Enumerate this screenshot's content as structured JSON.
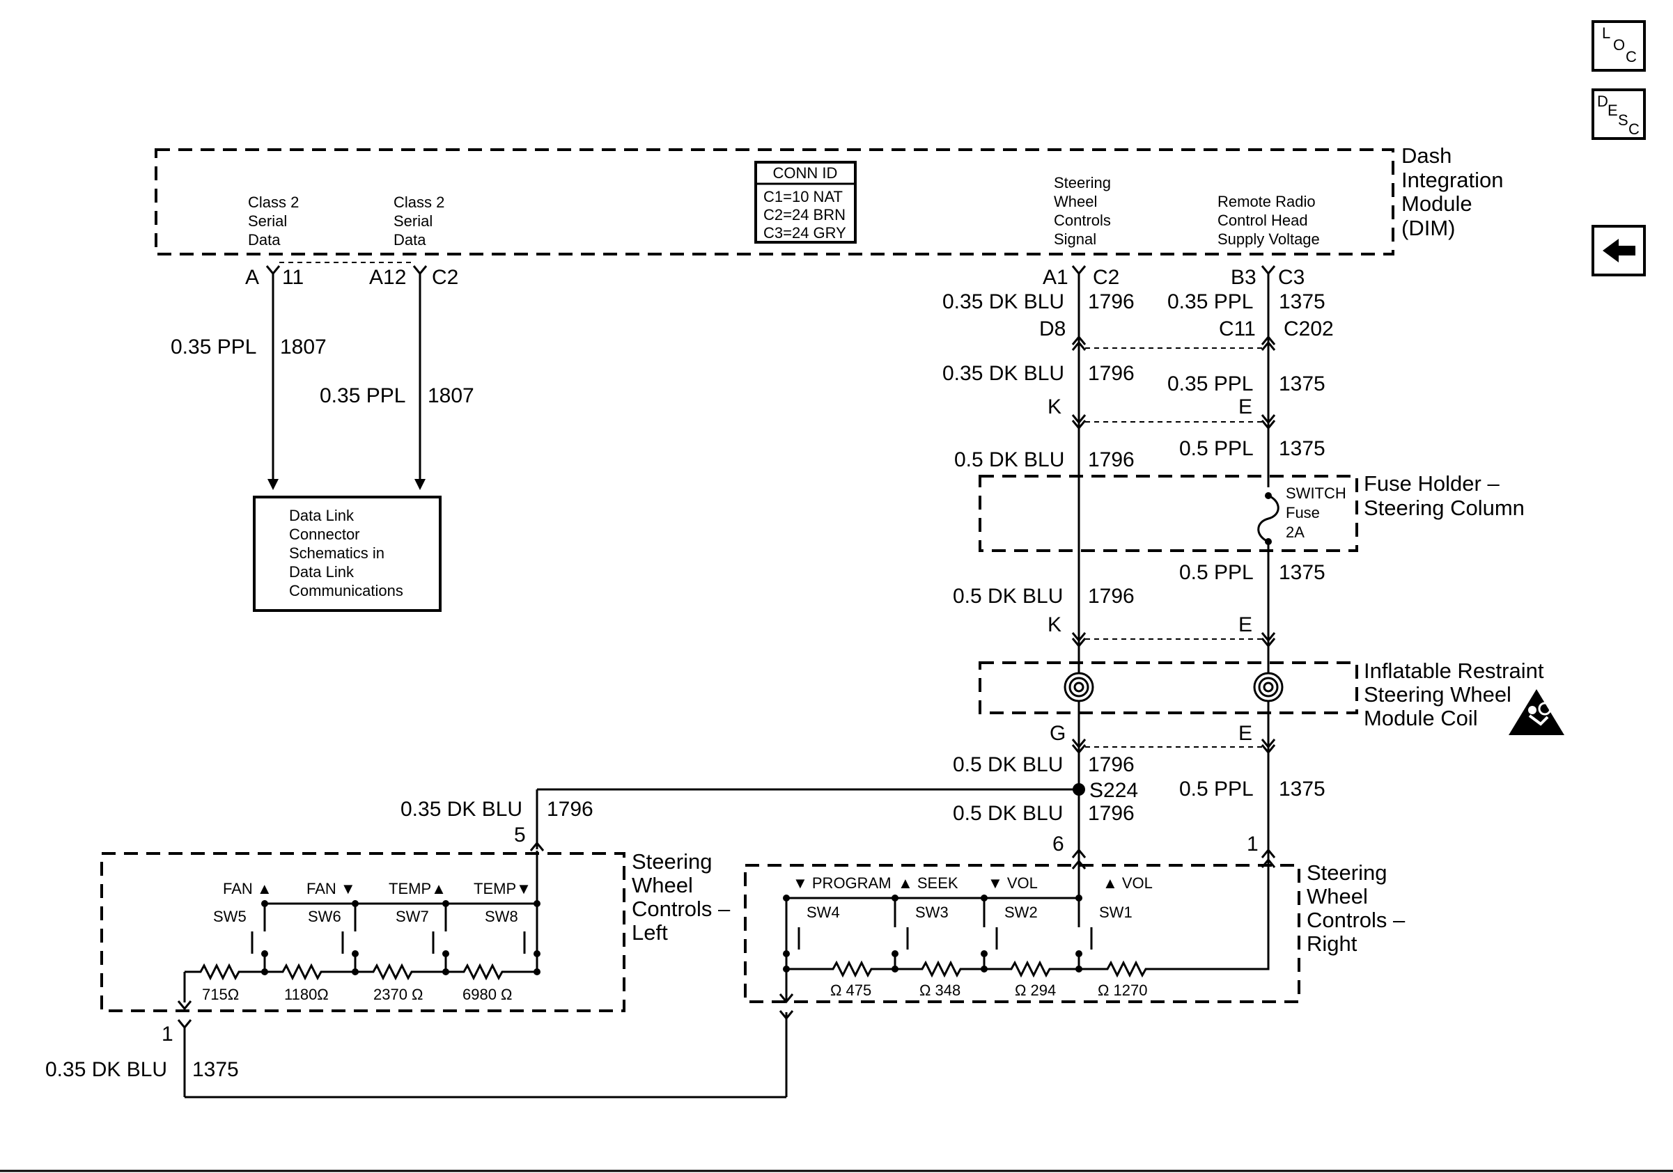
{
  "nav": {
    "loc_icon": "LOC",
    "desc_icon": "DESC",
    "back_icon": "back-arrow"
  },
  "dim": {
    "title": [
      "Dash",
      "Integration",
      "Module",
      "(DIM)"
    ],
    "serial1": [
      "Class 2",
      "Serial",
      "Data"
    ],
    "serial2": [
      "Class 2",
      "Serial",
      "Data"
    ],
    "swc_signal": [
      "Steering",
      "Wheel",
      "Controls",
      "Signal"
    ],
    "radio_supply": [
      "Remote Radio",
      "Control Head",
      "Supply Voltage"
    ],
    "conn_id_title": "CONN ID",
    "conn_id": [
      "C1=10 NAT",
      "C2=24 BRN",
      "C3=24 GRY"
    ]
  },
  "pins": {
    "a": "A",
    "p11": "11",
    "a12": "A12",
    "c2a": "C2",
    "a1": "A1",
    "c2b": "C2",
    "b3": "B3",
    "c3": "C3",
    "d8": "D8",
    "c11": "C11",
    "c202": "C202",
    "k1": "K",
    "e1": "E",
    "k2": "K",
    "e2": "E",
    "g": "G",
    "e3": "E",
    "p6": "6",
    "p1r": "1",
    "p5": "5",
    "p1l": "1"
  },
  "wires": {
    "ppl035": "0.35 PPL",
    "w1807": "1807",
    "dkblu035": "0.35 DK BLU",
    "dkblu05": "0.5 DK BLU",
    "w1796": "1796",
    "ppl05": "0.5 PPL",
    "w1375": "1375",
    "s224": "S224"
  },
  "dlc": [
    "Data Link",
    "Connector",
    "Schematics in",
    "Data Link",
    "Communications"
  ],
  "fuse_holder": {
    "title": [
      "Fuse Holder –",
      "Steering Column"
    ],
    "fuse": [
      "SWITCH",
      "Fuse",
      "2A"
    ]
  },
  "coil": {
    "title": [
      "Inflatable Restraint",
      "Steering Wheel",
      "Module Coil"
    ]
  },
  "swc_left": {
    "title": [
      "Steering",
      "Wheel",
      "Controls –",
      "Left"
    ],
    "funcs": [
      "FAN ▲",
      "FAN ▼",
      "TEMP▲",
      "TEMP▼"
    ],
    "switches": [
      "SW5",
      "SW6",
      "SW7",
      "SW8"
    ],
    "resistors": [
      "715Ω",
      "1180Ω",
      "2370 Ω",
      "6980 Ω"
    ]
  },
  "swc_right": {
    "title": [
      "Steering",
      "Wheel",
      "Controls –",
      "Right"
    ],
    "funcs": [
      "▼ PROGRAM",
      "▲ SEEK",
      "▼ VOL",
      "▲ VOL"
    ],
    "switches": [
      "SW4",
      "SW3",
      "SW2",
      "SW1"
    ],
    "resistors": [
      "Ω 475",
      "Ω 348",
      "Ω 294",
      "Ω 1270"
    ]
  }
}
